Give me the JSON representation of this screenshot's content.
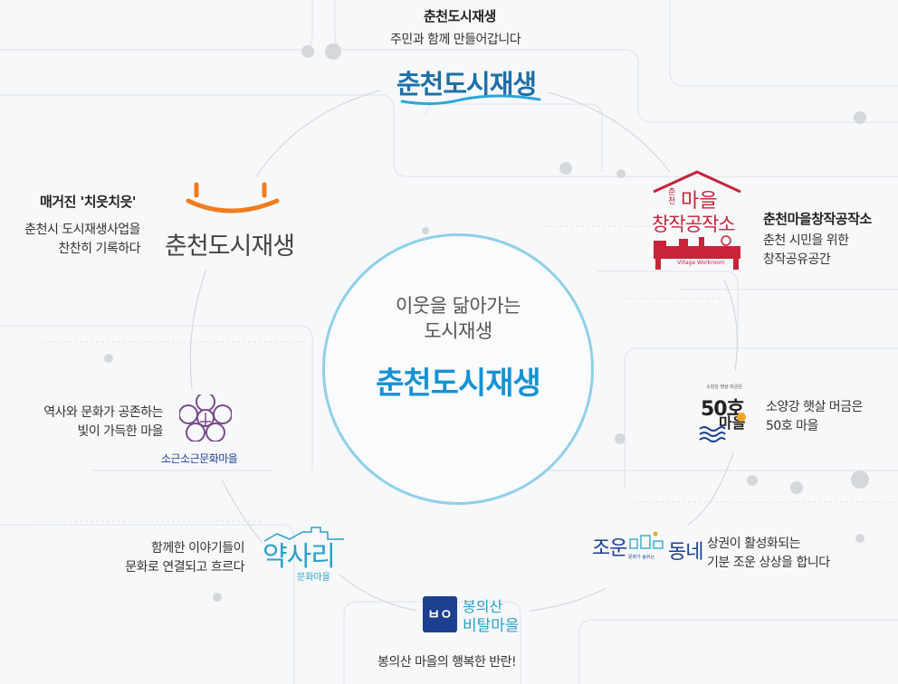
{
  "center": {
    "line1": "이웃을 닮아가는",
    "line2": "도시재생",
    "main": "춘천도시재생"
  },
  "top": {
    "title": "춘천도시재생",
    "desc": "주민과 함께 만들어갑니다",
    "logo": "춘천도시재생"
  },
  "magazine": {
    "title": "매거진 '치읏치읏'",
    "desc1": "춘천시 도시재생사업을",
    "desc2": "찬찬히 기록하다",
    "logo": "춘천도시재생"
  },
  "workshop": {
    "title": "춘천마을창작공작소",
    "desc1": "춘천 시민을 위한",
    "desc2": "창작공유공간",
    "logo1": "마을",
    "logo2": "창작공작소",
    "logo_small": "춘천",
    "logo_en": "Village Workroom"
  },
  "house50": {
    "desc1": "소양강 햇살 머금은",
    "desc2": "50호 마을",
    "logo_num": "50호",
    "logo_word": "마을",
    "logo_tag": "소양강 햇살 머금은"
  },
  "joun": {
    "desc1": "상권이 활성화되는",
    "desc2": "기분 조운 상상을 합니다",
    "logo_a": "조운",
    "logo_b": "동네",
    "logo_tag": "문화가 숨쉬는"
  },
  "bongui": {
    "desc": "봉의산 마을의 행복한 반란!",
    "logo1": "봉의산",
    "logo2": "비탈마을",
    "logo_badge": "ㅂㅇ"
  },
  "yaksa": {
    "desc1": "함께한 이야기들이",
    "desc2": "문화로 연결되고 흐르다",
    "logo": "약사리",
    "logo_sub": "문화마을"
  },
  "sokun": {
    "desc1": "역사와 문화가 공존하는",
    "desc2": "빛이 가득한 마을",
    "logo": "소근소근문화마을"
  },
  "colors": {
    "accent": "#1592d4",
    "orange": "#f07c1e",
    "red": "#c8233b",
    "navy": "#1c3f8f",
    "teal": "#2aa0c8",
    "purple": "#7a4a8c"
  }
}
